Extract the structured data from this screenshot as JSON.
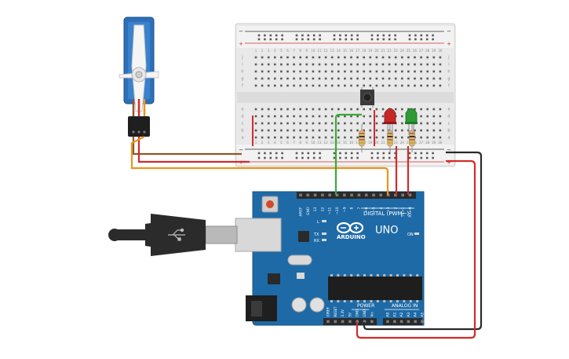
{
  "breadboard": {
    "row_letters_top": [
      "j",
      "i",
      "h",
      "g",
      "f"
    ],
    "row_letters_bottom": [
      "e",
      "d",
      "c",
      "b",
      "a"
    ],
    "column_numbers": [
      "1",
      "2",
      "3",
      "4",
      "5",
      "6",
      "7",
      "8",
      "9",
      "10",
      "11",
      "12",
      "13",
      "14",
      "15",
      "16",
      "17",
      "18",
      "19",
      "20",
      "21",
      "22",
      "23",
      "24",
      "25",
      "26",
      "27",
      "28",
      "29",
      "30"
    ],
    "rail_plus": "+",
    "rail_minus": "−"
  },
  "arduino": {
    "logo_text": "ARDUINO",
    "model": "UNO",
    "on_label": "ON",
    "digital_label": "DIGITAL (PWM~)",
    "power_label": "POWER",
    "analog_label": "ANALOG IN",
    "led_labels": [
      "L",
      "TX",
      "RX"
    ],
    "digital_pins": [
      "AREF",
      "GND",
      "13",
      "12",
      "~11",
      "~10",
      "~9",
      "8",
      "7",
      "~6",
      "~5",
      "4",
      "~3",
      "2",
      "TX→1",
      "RX←0"
    ],
    "power_pins": [
      "IOREF",
      "RESET",
      "3.3V",
      "5V",
      "GND",
      "GND",
      "Vin"
    ],
    "analog_pins": [
      "A0",
      "A1",
      "A2",
      "A3",
      "A4",
      "A5"
    ]
  },
  "components": {
    "servo": "servo",
    "push_button": "push-button",
    "leds": [
      {
        "color_name": "red",
        "color": "#c62828"
      },
      {
        "color_name": "green",
        "color": "#2e9b35"
      }
    ],
    "resistor_count": 3
  },
  "colors": {
    "arduino_blue": "#1e6aa6",
    "board_bg": "#ebebeb",
    "wire_red": "#d22b2b",
    "wire_black": "#2a2a2a",
    "wire_green": "#3aaa3a",
    "wire_orange": "#e8961e",
    "wire_brown": "#8a5a2b"
  }
}
